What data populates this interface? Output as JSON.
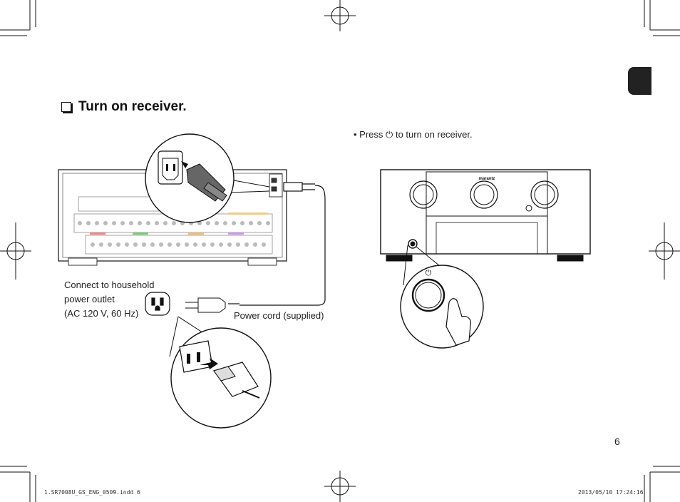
{
  "section_title": "Turn on receiver.",
  "instruction": {
    "prefix": "• Press",
    "suffix": "to turn on receiver."
  },
  "outlet_label": {
    "line1": "Connect to household",
    "line2": "power outlet",
    "line3": "(AC 120 V, 60 Hz)"
  },
  "cord_label": "Power cord (supplied)",
  "brand_label": "marantz",
  "page_number": "6",
  "footer": {
    "file": "1.SR7008U_GS_ENG_0509.indd   6",
    "timestamp": "2013/05/10   17:24:16"
  }
}
